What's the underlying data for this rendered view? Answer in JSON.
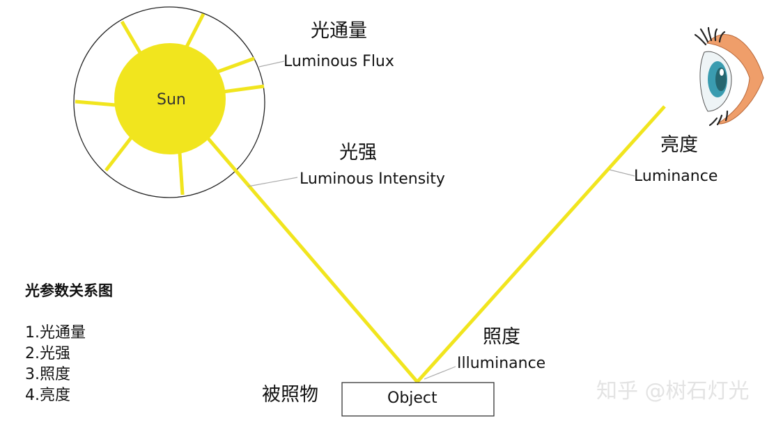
{
  "sun": {
    "label": "Sun",
    "fill_color": "#f1e51e",
    "outline_color": "#222222"
  },
  "ray_color": "#f1e51e",
  "labels": {
    "luminous_flux_cn": "光通量",
    "luminous_flux_en": "Luminous Flux",
    "luminous_intensity_cn": "光强",
    "luminous_intensity_en": "Luminous Intensity",
    "luminance_cn": "亮度",
    "luminance_en": "Luminance",
    "illuminance_cn": "照度",
    "illuminance_en": "Illuminance",
    "object_cn": "被照物",
    "object_en": "Object"
  },
  "legend": {
    "title": "光参数关系图",
    "items": [
      "1.光通量",
      "2.光强",
      "3.照度",
      "4.亮度"
    ]
  },
  "watermark": "知乎 @树石灯光",
  "eye": {
    "skin_color": "#ef9e6a",
    "iris_color": "#3a9cb0"
  }
}
